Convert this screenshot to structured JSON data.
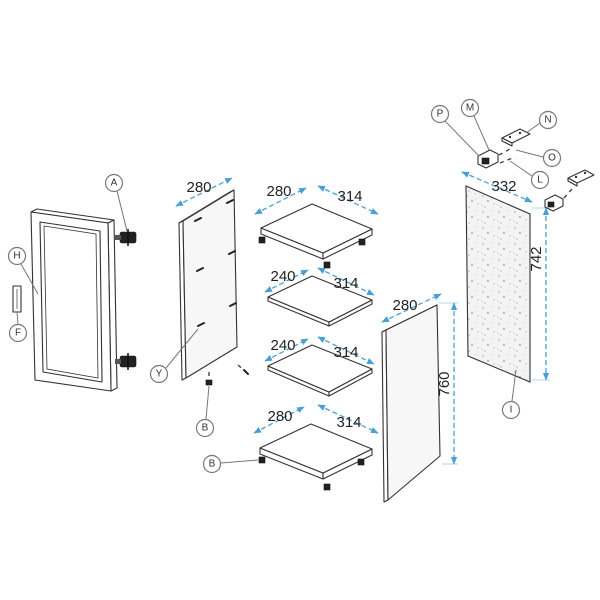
{
  "callouts": {
    "door_hinge": "A",
    "door_frame": "H",
    "door_handle": "F",
    "shelf_pin": "Y",
    "side_panel_fitting": "B",
    "shelf_fitting": "B",
    "hardware_p": "P",
    "hardware_m": "M",
    "hardware_n": "N",
    "hardware_o": "O",
    "hardware_l": "L",
    "back_panel": "I"
  },
  "dimensions": {
    "left_panel_depth": "280",
    "shelf_1_depth": "280",
    "shelf_1_width": "314",
    "shelf_2_depth": "240",
    "shelf_2_width": "314",
    "shelf_3_depth": "240",
    "shelf_3_width": "314",
    "shelf_4_depth": "280",
    "shelf_4_width": "314",
    "right_panel_depth": "280",
    "right_panel_height": "760",
    "back_panel_width": "332",
    "back_panel_height": "742"
  },
  "colors": {
    "dimension_line": "#4a9fd6",
    "outline": "#333333",
    "callout": "#777777"
  }
}
